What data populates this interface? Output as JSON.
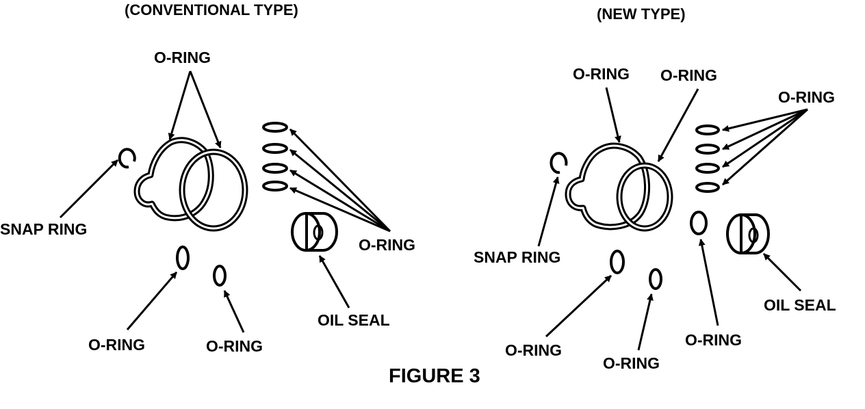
{
  "figure_label": "FIGURE 3",
  "conventional": {
    "title": "(CONVENTIONAL TYPE)",
    "labels": {
      "o_ring_top": "O-RING",
      "snap_ring": "SNAP RING",
      "o_ring_stack": "O-RING",
      "oil_seal": "OIL SEAL",
      "o_ring_bottom_left": "O-RING",
      "o_ring_bottom_right": "O-RING"
    }
  },
  "new_type": {
    "title": "(NEW TYPE)",
    "labels": {
      "o_ring_left": "O-RING",
      "o_ring_right": "O-RING",
      "o_ring_stack": "O-RING",
      "snap_ring": "SNAP RING",
      "o_ring_bottom_left": "O-RING",
      "o_ring_bottom_mid": "O-RING",
      "o_ring_small": "O-RING",
      "oil_seal": "OIL SEAL"
    }
  },
  "colors": {
    "ink": "#000000",
    "background": "#ffffff"
  }
}
